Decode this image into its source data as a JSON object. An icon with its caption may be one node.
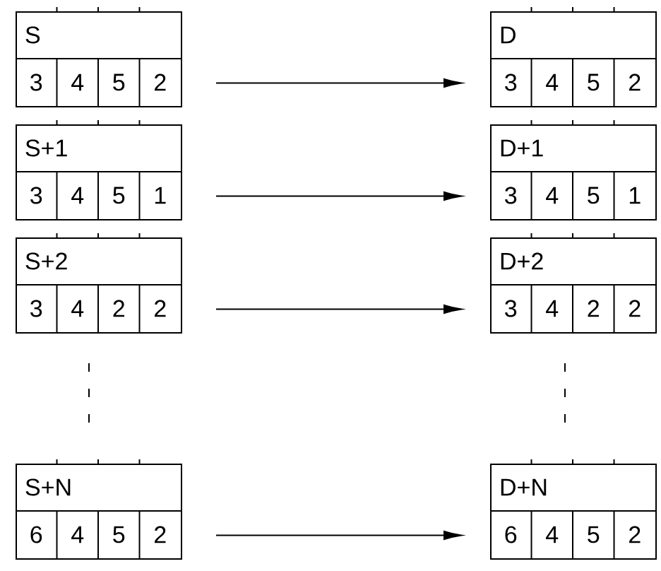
{
  "diagram": {
    "nodes": [
      {
        "text": [
          "S",
          "3",
          "4",
          "5",
          "2"
        ]
      },
      {
        "text": [
          "D",
          "3",
          "4",
          "5",
          "2"
        ]
      },
      {
        "text": [
          "S+1",
          "3",
          "4",
          "5",
          "1"
        ]
      },
      {
        "text": [
          "D+1",
          "3",
          "4",
          "5",
          "1"
        ]
      },
      {
        "text": [
          "S+2",
          "3",
          "4",
          "2",
          "2"
        ]
      },
      {
        "text": [
          "D+2",
          "3",
          "4",
          "2",
          "2"
        ]
      },
      {
        "text": [
          "S+N",
          "6",
          "4",
          "5",
          "2"
        ]
      },
      {
        "text": [
          "D+N",
          "6",
          "4",
          "5",
          "2"
        ]
      }
    ],
    "edges": [
      {
        "from": 0,
        "to": 1,
        "arrow": "to"
      },
      {
        "from": 2,
        "to": 3,
        "arrow": "to"
      },
      {
        "from": 4,
        "to": 5,
        "arrow": "to"
      },
      {
        "from": 6,
        "to": 7,
        "arrow": "to"
      }
    ]
  }
}
